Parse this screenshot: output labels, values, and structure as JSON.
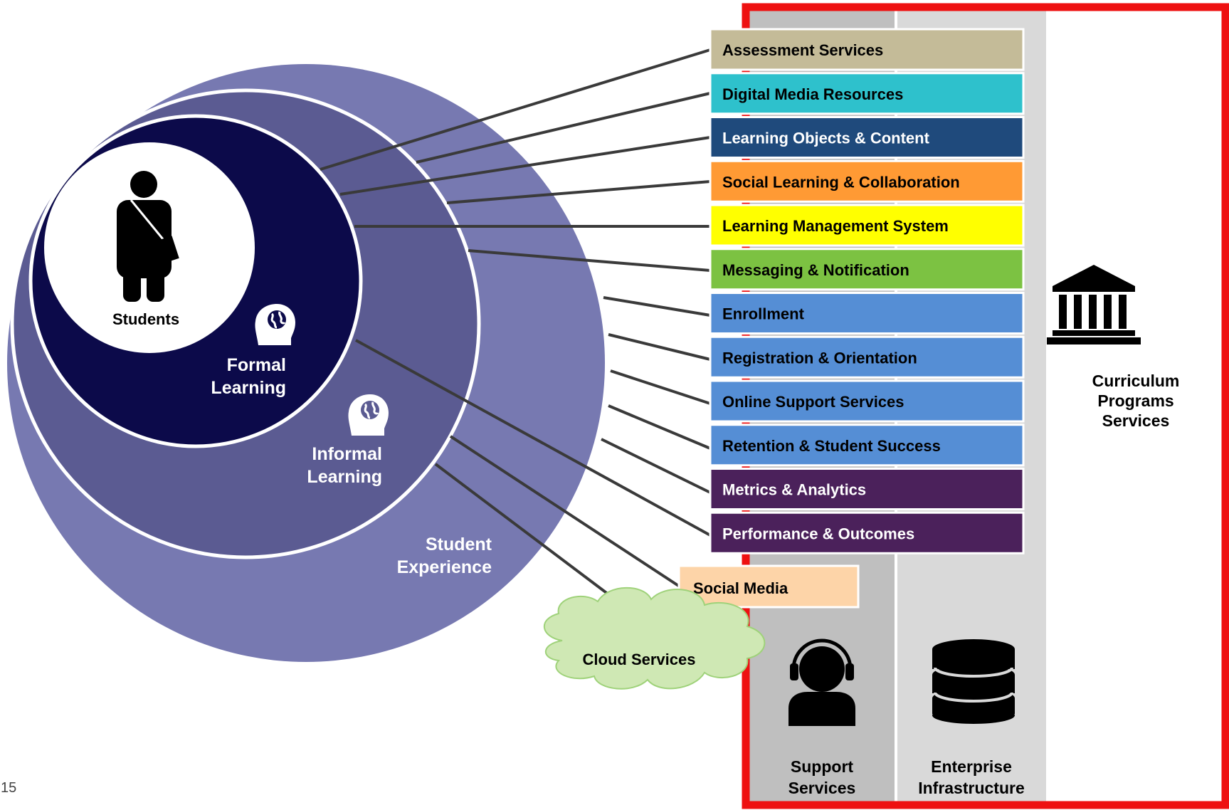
{
  "circles": {
    "students": "Students",
    "formal": [
      "Formal",
      "Learning"
    ],
    "informal": [
      "Informal",
      "Learning"
    ],
    "experience": [
      "Student",
      "Experience"
    ]
  },
  "services": [
    {
      "label": "Assessment Services",
      "bg": "#c4bb98",
      "fg": "#000000"
    },
    {
      "label": "Digital Media Resources",
      "bg": "#2ec1cc",
      "fg": "#000000"
    },
    {
      "label": "Learning Objects & Content",
      "bg": "#1f4a7c",
      "fg": "#ffffff"
    },
    {
      "label": "Social Learning & Collaboration",
      "bg": "#ff9a34",
      "fg": "#000000"
    },
    {
      "label": "Learning Management System",
      "bg": "#ffff00",
      "fg": "#000000"
    },
    {
      "label": "Messaging & Notification",
      "bg": "#7cc242",
      "fg": "#000000"
    },
    {
      "label": "Enrollment",
      "bg": "#558ed5",
      "fg": "#000000"
    },
    {
      "label": "Registration & Orientation",
      "bg": "#558ed5",
      "fg": "#000000"
    },
    {
      "label": "Online Support Services",
      "bg": "#558ed5",
      "fg": "#000000"
    },
    {
      "label": "Retention & Student Success",
      "bg": "#558ed5",
      "fg": "#000000"
    },
    {
      "label": "Metrics & Analytics",
      "bg": "#4b215b",
      "fg": "#ffffff"
    },
    {
      "label": "Performance & Outcomes",
      "bg": "#4b215b",
      "fg": "#ffffff"
    }
  ],
  "social_media": "Social Media",
  "cloud_services": "Cloud Services",
  "columns": {
    "support": [
      "Support",
      "Services"
    ],
    "enterprise": [
      "Enterprise",
      "Infrastructure"
    ],
    "curriculum": [
      "Curriculum",
      "Programs",
      "Services"
    ]
  },
  "page_number": "15",
  "colors": {
    "frame_red": "#ee1111",
    "support_gray": "#bfbfbf",
    "enterprise_gray": "#d9d9d9",
    "experience_circle": "#7779b1",
    "informal_circle": "#5b5b92",
    "formal_circle": "#0c0a4a",
    "social_media_bg": "#fdd4a8",
    "cloud_bg": "#cfe8b4"
  },
  "icons": {
    "student": "student-icon",
    "head_globe": "head-globe-icon",
    "support": "headset-person-icon",
    "enterprise": "database-icon",
    "curriculum": "building-columns-icon"
  }
}
